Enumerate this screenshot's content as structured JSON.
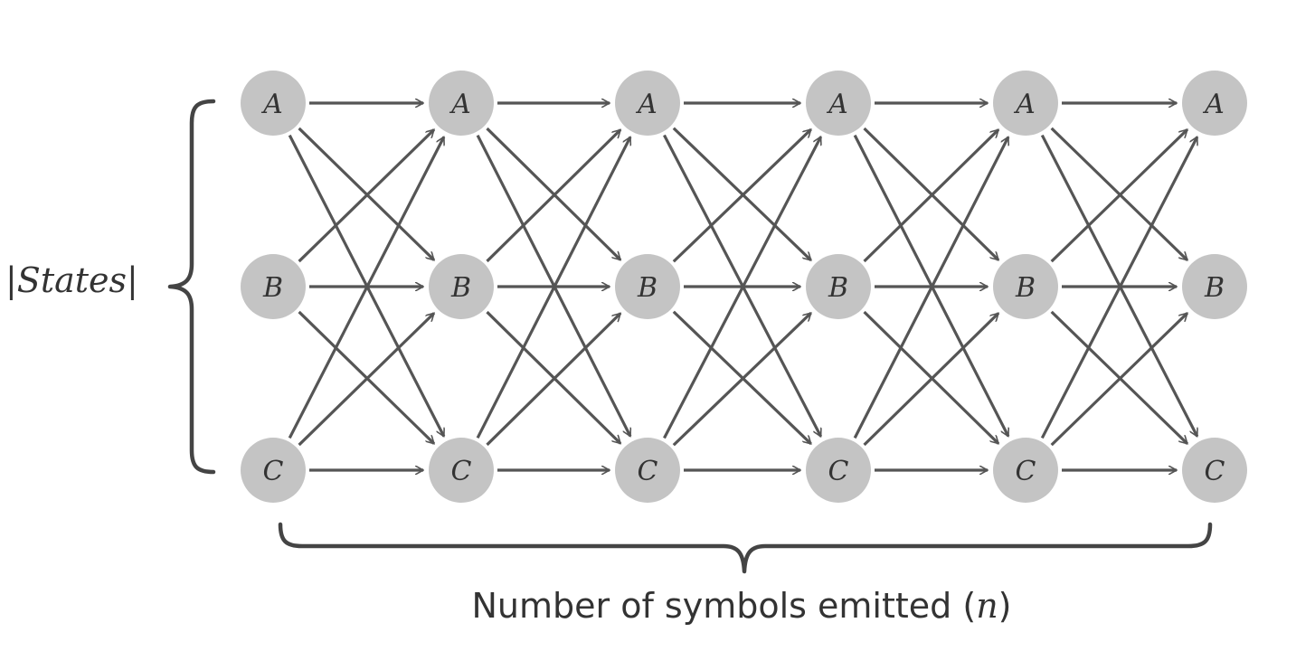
{
  "diagram": {
    "states": [
      "A",
      "B",
      "C"
    ],
    "steps": 6,
    "transitions": "every state at each step connects to every state at the next step",
    "colors": {
      "node": "#c4c4c4",
      "edge": "#555555",
      "text": "#333333",
      "brace": "#444444"
    }
  },
  "labels": {
    "states_axis": "|States|",
    "symbols_axis_prefix": "Number of symbols emitted (",
    "symbols_axis_var": "n",
    "symbols_axis_suffix": ")"
  }
}
